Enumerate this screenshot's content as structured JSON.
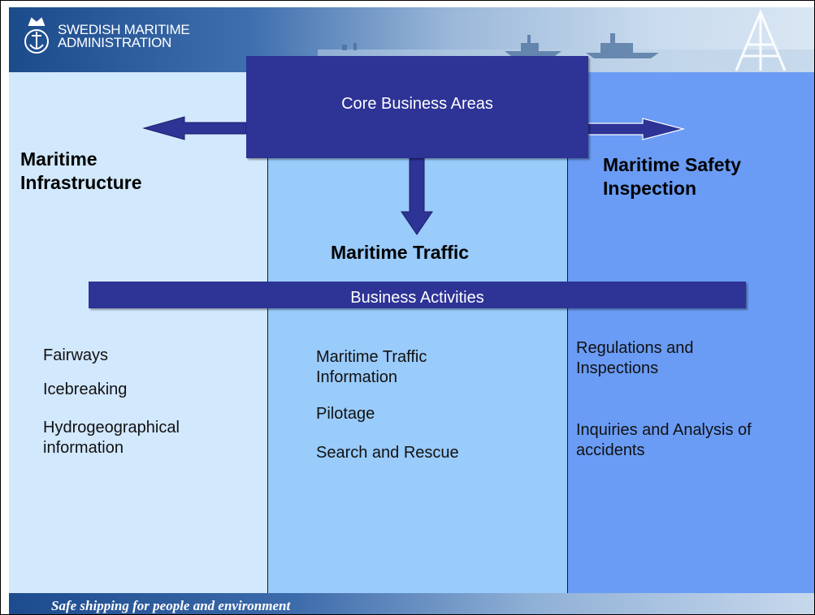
{
  "header": {
    "org_name": "SWEDISH MARITIME\nADMINISTRATION",
    "logo_icon": "anchor-crown-emblem",
    "colors": {
      "header": "#2e5a98",
      "box": "#2e3396"
    }
  },
  "core": {
    "label": "Core Business Areas"
  },
  "areas": {
    "left": "Maritime\nInfrastructure",
    "middle": "Maritime Traffic",
    "right": "Maritime Safety\nInspection"
  },
  "activities": {
    "label": "Business Activities"
  },
  "items": {
    "left": [
      "Fairways",
      "Icebreaking",
      "Hydrogeographical\ninformation"
    ],
    "middle": [
      "Maritime Traffic\nInformation",
      "Pilotage",
      "Search and Rescue"
    ],
    "right": [
      "Regulations and\nInspections",
      "Inquiries and Analysis of\naccidents"
    ]
  },
  "footer": {
    "tagline": "Safe shipping for people and environment"
  },
  "colors": {
    "col_left": "#d2e8fd",
    "col_mid": "#99cbfb",
    "col_right": "#6a9cf5",
    "dark_box": "#2e3396"
  }
}
